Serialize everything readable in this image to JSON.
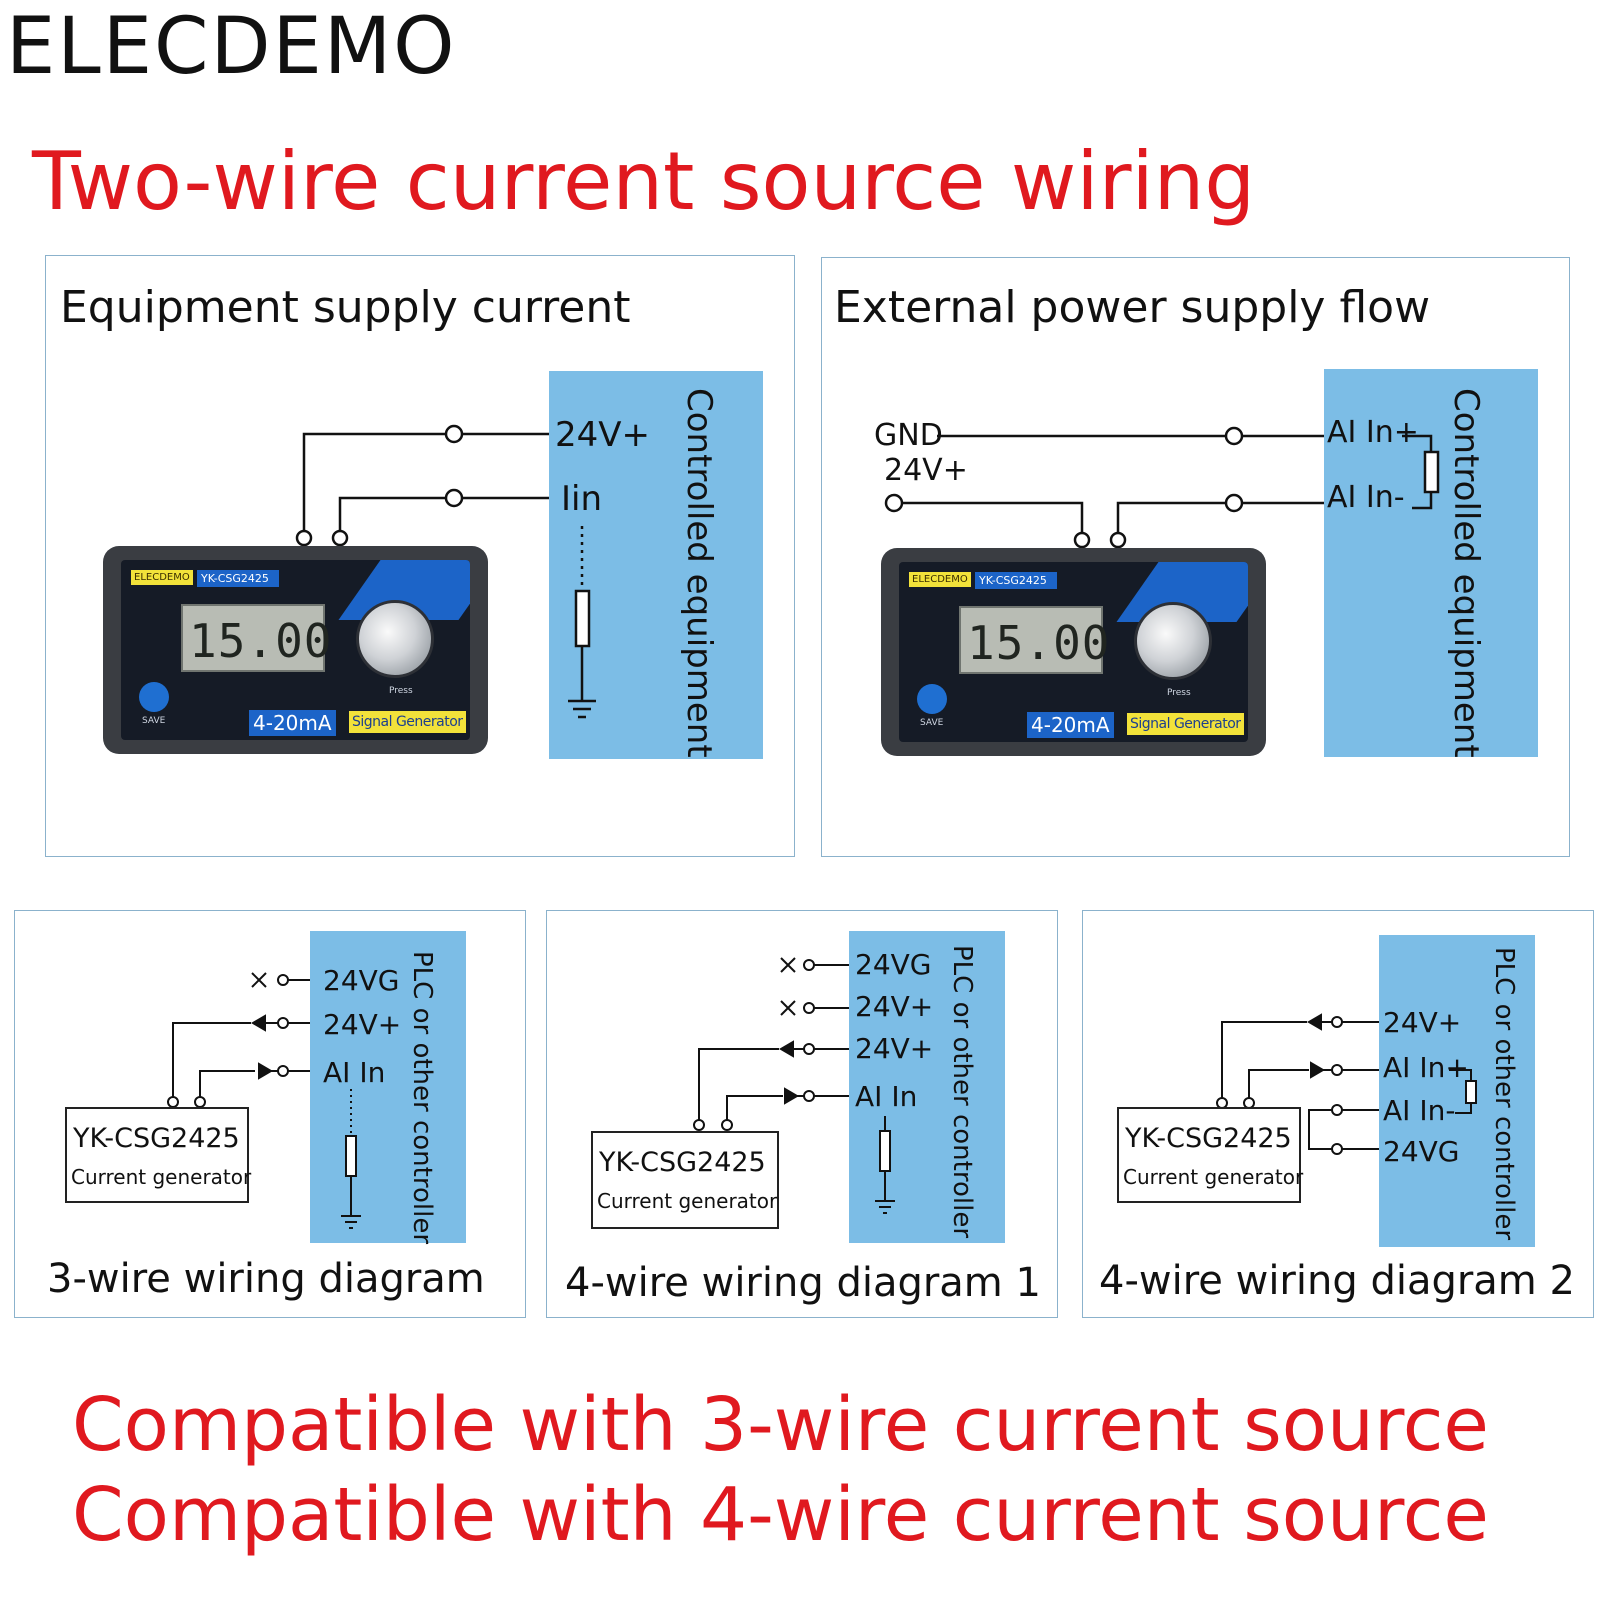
{
  "brand": "ELECDEMO",
  "headline": "Two-wire current source wiring",
  "panels": {
    "equipment_supply": {
      "title": "Equipment supply current",
      "terminals": [
        "24V+",
        "Iin"
      ],
      "side_label": "Controlled equipment"
    },
    "external_supply": {
      "title": "External power supply flow",
      "left_labels": [
        "GND",
        "24V+"
      ],
      "terminals": [
        "AI In+",
        "AI In-"
      ],
      "side_label": "Controlled equipment"
    }
  },
  "device": {
    "brand": "ELECDEMO",
    "model": "YK-CSG2425",
    "display": "15.00",
    "range": "4-20mA",
    "type": "Signal Generator",
    "save_label": "SAVE",
    "press_label": "Press"
  },
  "diagrams": {
    "three_wire": {
      "caption": "3-wire wiring diagram",
      "terminals": [
        "24VG",
        "24V+",
        "AI In"
      ],
      "side_label": "PLC or other controller",
      "generator_name": "YK-CSG2425",
      "generator_sub": "Current generator"
    },
    "four_wire_1": {
      "caption": "4-wire wiring diagram  1",
      "terminals": [
        "24VG",
        "24V+",
        "24V+",
        "AI In"
      ],
      "side_label": "PLC or other controller",
      "generator_name": "YK-CSG2425",
      "generator_sub": "Current generator"
    },
    "four_wire_2": {
      "caption": "4-wire wiring diagram 2",
      "terminals": [
        "24V+",
        "AI In+",
        "AI In-",
        "24VG"
      ],
      "side_label": "PLC or other controller",
      "generator_name": "YK-CSG2425",
      "generator_sub": "Current generator"
    }
  },
  "footer": [
    "Compatible with 3-wire current source",
    "Compatible with 4-wire current source"
  ],
  "colors": {
    "accent_red": "#e0191f",
    "controller_blue": "#7cbde6",
    "panel_border": "#8bb2cc"
  }
}
